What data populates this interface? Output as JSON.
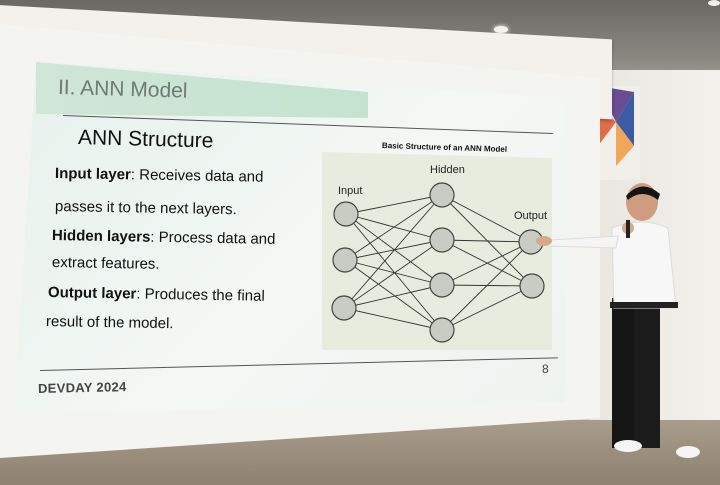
{
  "slide": {
    "section_title": "II. ANN Model",
    "subtitle": "ANN Structure",
    "bullets": [
      {
        "label": "Input layer",
        "text_line1": ": Receives data and",
        "text_line2": "passes it to the next layers."
      },
      {
        "label": "Hidden layers",
        "text_line1": ":  Process data and",
        "text_line2": "extract features."
      },
      {
        "label": "Output layer",
        "text_line1": ":  Produces the final",
        "text_line2": "result of the model."
      }
    ],
    "diagram": {
      "title": "Basic Structure of an ANN Model",
      "input_label": "Input",
      "hidden_label": "Hidden",
      "output_label": "Output"
    },
    "footer": "DEVDAY 2024",
    "page_number": "8"
  },
  "colors": {
    "title_band": "#c4e3cf",
    "slide_background": "#eef4f0",
    "node_fill": "#c8ccc2",
    "diagram_background": "#e8ecde"
  }
}
